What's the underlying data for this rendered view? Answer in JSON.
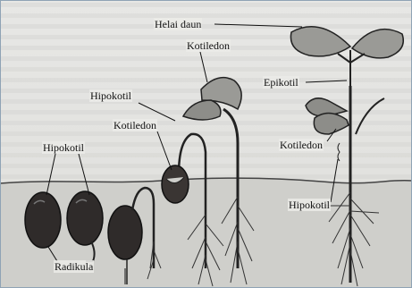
{
  "labels": {
    "helai_daun": "Helai daun",
    "kotiledon_top": "Kotiledon",
    "hipokotil_mid": "Hipokotil",
    "kotiledon_mid": "Kotiledon",
    "hipokotil_left": "Hipokotil",
    "epikotil": "Epikotil",
    "kotiledon_right": "Kotiledon",
    "hipokotil_right": "Hipokotil",
    "radikula": "Radikula"
  },
  "colors": {
    "ink": "#1a1a1a",
    "leaf_fill": "#9a9a96",
    "seed_fill": "#2f2b2a",
    "soil_fill": "#cfcfcb",
    "background": "#e4e4e1"
  }
}
